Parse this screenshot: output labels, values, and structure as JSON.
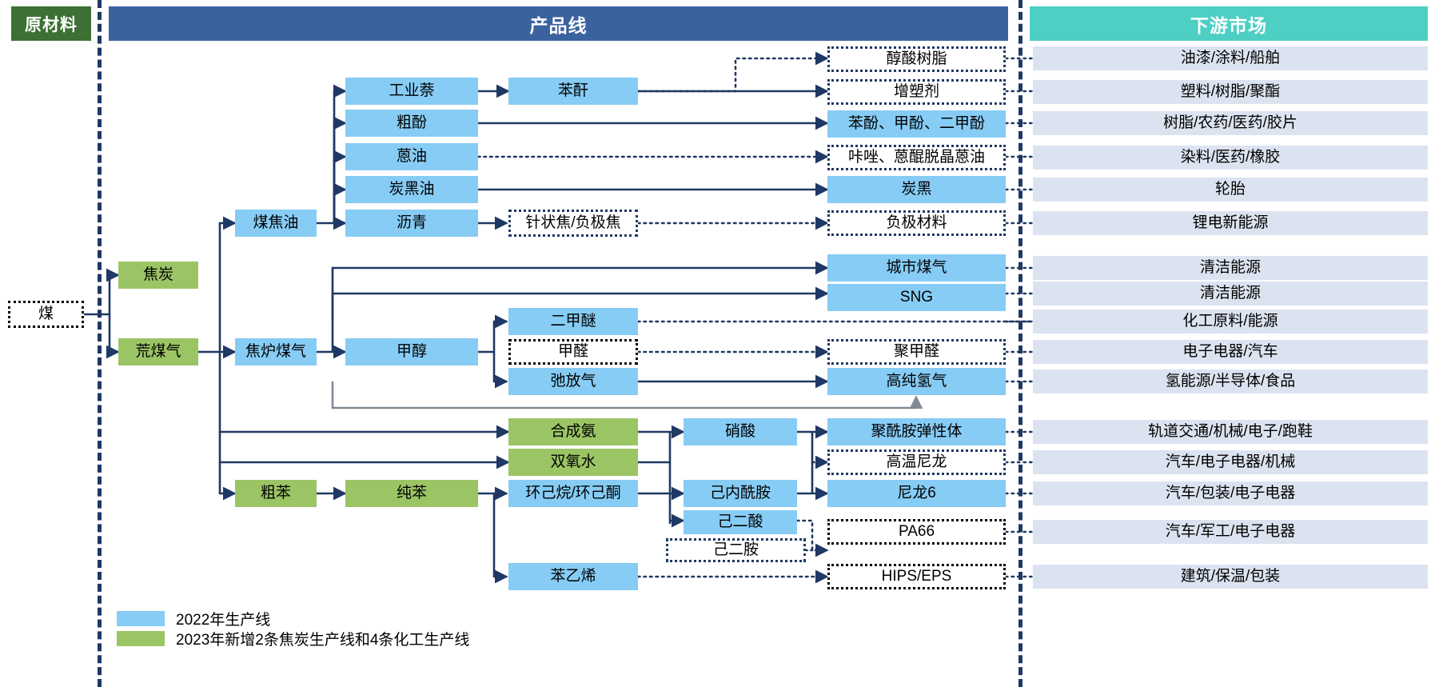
{
  "headers": {
    "raw_materials": "原材料",
    "product_line": "产品线",
    "downstream_market": "下游市场"
  },
  "legend": {
    "items": [
      {
        "color": "#86ccf5",
        "label": "2022年生产线"
      },
      {
        "color": "#9bc565",
        "label": "2023年新增2条焦炭生产线和4条化工生产线"
      }
    ]
  },
  "colors": {
    "raw_header": "#3c7034",
    "product_header": "#3a629f",
    "downstream_header": "#4ecfc4",
    "line_2022": "#86ccf5",
    "line_2023": "#9bc565",
    "market_cell": "#dce3f0",
    "connector": "#1f3864",
    "separator": "#1f3864"
  },
  "nodes": {
    "coal": "煤",
    "coke": "焦炭",
    "raw_gas": "荒煤气",
    "coal_tar": "煤焦油",
    "coke_oven_gas": "焦炉煤气",
    "crude_benzene": "粗苯",
    "pure_benzene": "纯苯",
    "industrial_naphthalene": "工业萘",
    "phthalic_anhydride": "苯酐",
    "crude_phenol": "粗酚",
    "anthracene_oil": "蒽油",
    "carbon_black_oil": "炭黑油",
    "pitch": "沥青",
    "needle_coke": "针状焦/负极焦",
    "methanol": "甲醇",
    "dme": "二甲醚",
    "formaldehyde": "甲醛",
    "purge_gas": "弛放气",
    "synthetic_ammonia": "合成氨",
    "hydrogen_peroxide": "双氧水",
    "cyclohexane": "环己烷/环己酮",
    "nitric_acid": "硝酸",
    "caprolactam": "己内酰胺",
    "adipic_acid": "己二酸",
    "hexamethylenediamine": "己二胺",
    "styrene": "苯乙烯",
    "alkyd_resin": "醇酸树脂",
    "plasticizer": "增塑剂",
    "phenols": "苯酚、甲酚、二甲酚",
    "carbazole": "咔唑、蒽醌脱晶蒽油",
    "carbon_black": "炭黑",
    "anode_material": "负极材料",
    "city_gas": "城市煤气",
    "sng": "SNG",
    "pom": "聚甲醛",
    "high_purity_hydrogen": "高纯氢气",
    "polyamide_elastomer": "聚酰胺弹性体",
    "high_temp_nylon": "高温尼龙",
    "nylon6": "尼龙6",
    "pa66": "PA66",
    "hips_eps": "HIPS/EPS"
  },
  "markets": [
    "油漆/涂料/船舶",
    "塑料/树脂/聚酯",
    "树脂/农药/医药/胶片",
    "染料/医药/橡胶",
    "轮胎",
    "锂电新能源",
    "清洁能源",
    "清洁能源",
    "化工原料/能源",
    "电子电器/汽车",
    "氢能源/半导体/食品",
    "轨道交通/机械/电子/跑鞋",
    "汽车/电子电器/机械",
    "汽车/包装/电子电器",
    "汽车/军工/电子电器",
    "建筑/保温/包装"
  ]
}
